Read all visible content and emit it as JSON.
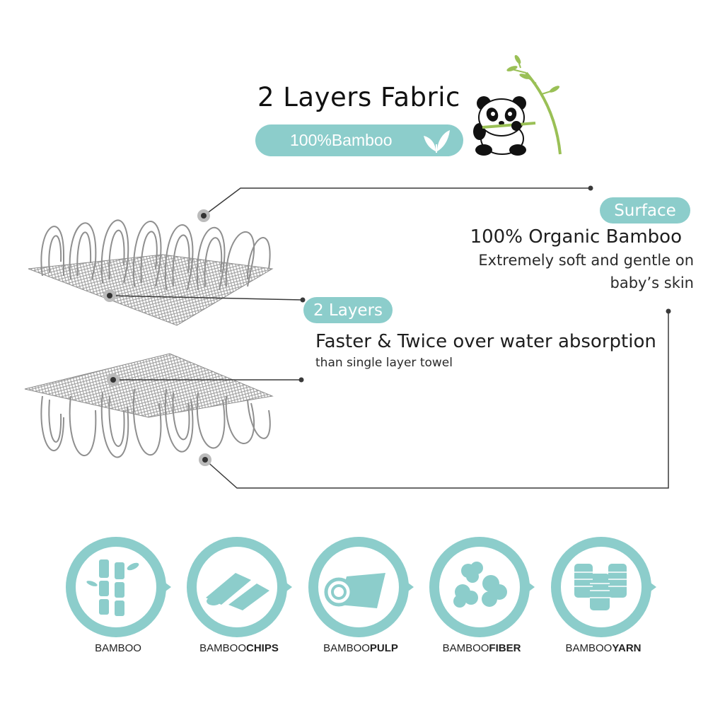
{
  "header": {
    "title": "2 Layers Fabric",
    "badge": "100%Bamboo"
  },
  "surface": {
    "tag": "Surface",
    "heading": "100% Organic Bamboo",
    "line1": "Extremely soft and gentle on",
    "line2": "baby’s skin"
  },
  "layers": {
    "tag": "2 Layers",
    "heading": "Faster & Twice over water absorption",
    "sub": "than single layer towel"
  },
  "process": [
    {
      "prefix": "BAMBOO",
      "suffix": "",
      "icon": "bamboo-stalk-icon"
    },
    {
      "prefix": "BAMBOO",
      "suffix": "CHIPS",
      "icon": "bamboo-chips-icon"
    },
    {
      "prefix": "BAMBOO",
      "suffix": "PULP",
      "icon": "bamboo-pulp-icon"
    },
    {
      "prefix": "BAMBOO",
      "suffix": "FIBER",
      "icon": "bamboo-fiber-icon"
    },
    {
      "prefix": "BAMBOO",
      "suffix": "YARN",
      "icon": "bamboo-yarn-icon"
    }
  ],
  "colors": {
    "accent": "#8ccdcb",
    "line": "#3a3a3a",
    "fabric": "#9a9a9a"
  }
}
